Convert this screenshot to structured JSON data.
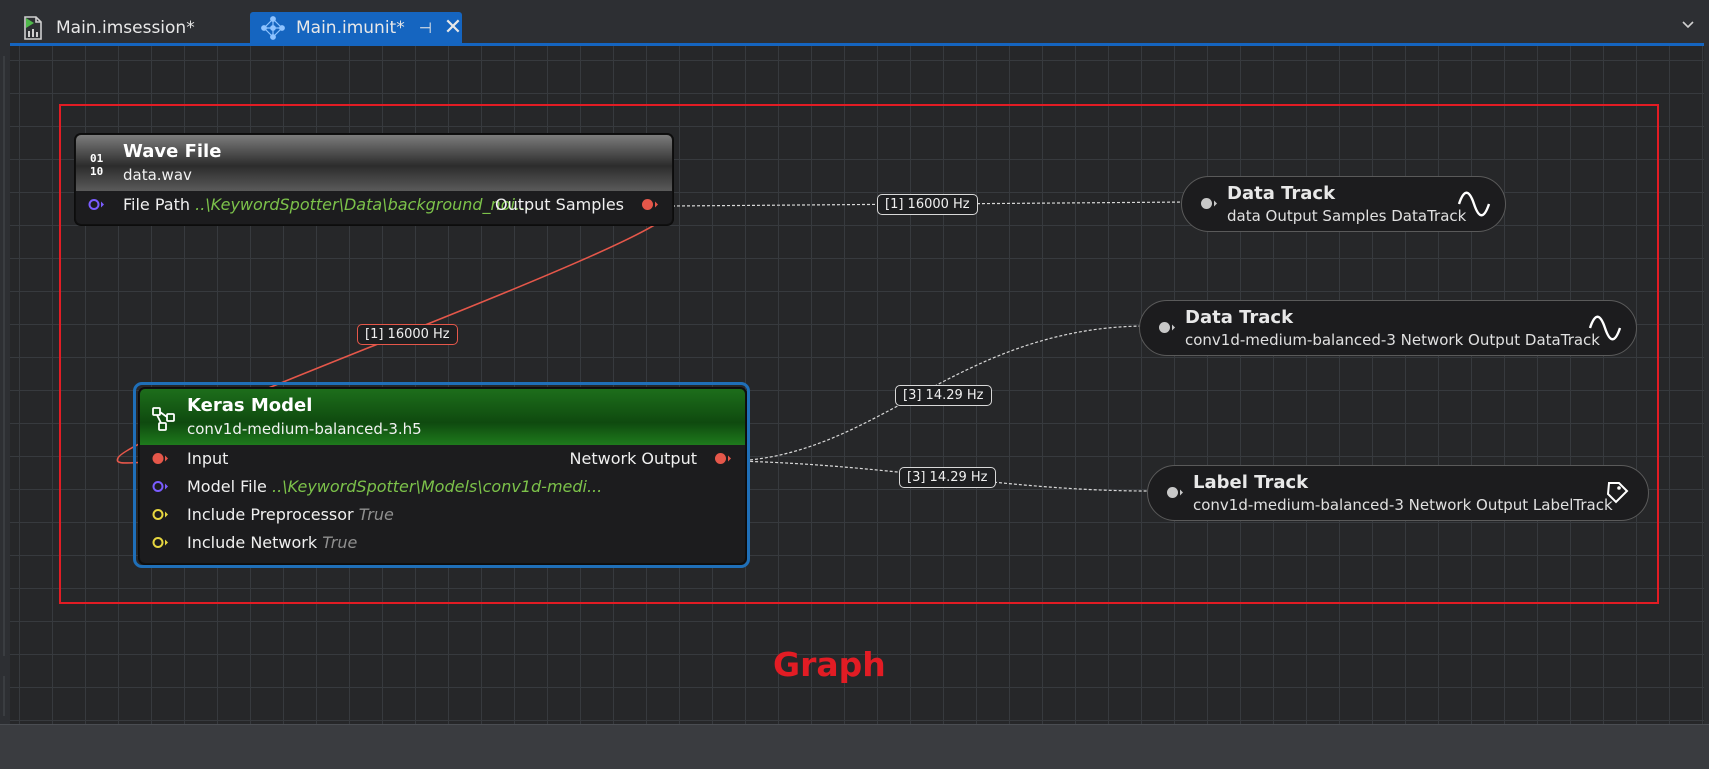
{
  "tabs": [
    {
      "label": "Main.imsession*",
      "icon": "session-file-icon",
      "active": false
    },
    {
      "label": "Main.imunit*",
      "icon": "network-unit-icon",
      "active": true
    }
  ],
  "canvas_caption": "Graph",
  "colors": {
    "accent": "#1565c0",
    "highlight_box": "#e21c24",
    "wire_red": "#e5574a",
    "wire_white": "#d8d8d8",
    "value_green": "#7cc24a"
  },
  "nodes": {
    "wave_file": {
      "title": "Wave File",
      "subtitle": "data.wav",
      "icon": "binary-icon",
      "file_path_label": "File Path",
      "file_path_value": "..\\KeywordSpotter\\Data\\background_noi...",
      "output_label": "Output Samples"
    },
    "keras_model": {
      "title": "Keras Model",
      "subtitle": "conv1d-medium-balanced-3.h5",
      "icon": "model-graph-icon",
      "input_label": "Input",
      "output_label": "Network Output",
      "model_file_label": "Model File",
      "model_file_value": "..\\KeywordSpotter\\Models\\conv1d-medi...",
      "include_preprocessor_label": "Include Preprocessor",
      "include_preprocessor_value": "True",
      "include_network_label": "Include Network",
      "include_network_value": "True"
    }
  },
  "tracks": [
    {
      "title": "Data Track",
      "subtitle": "data Output Samples DataTrack",
      "icon": "sine-wave-icon"
    },
    {
      "title": "Data Track",
      "subtitle": "conv1d-medium-balanced-3 Network Output DataTrack",
      "icon": "sine-wave-icon"
    },
    {
      "title": "Label Track",
      "subtitle": "conv1d-medium-balanced-3 Network Output LabelTrack",
      "icon": "tag-icon"
    }
  ],
  "wire_labels": {
    "wave_to_datatrack": "[1] 16000 Hz",
    "wave_to_keras": "[1] 16000 Hz",
    "keras_to_datatrack": "[3] 14.29 Hz",
    "keras_to_labeltrack": "[3] 14.29 Hz"
  }
}
